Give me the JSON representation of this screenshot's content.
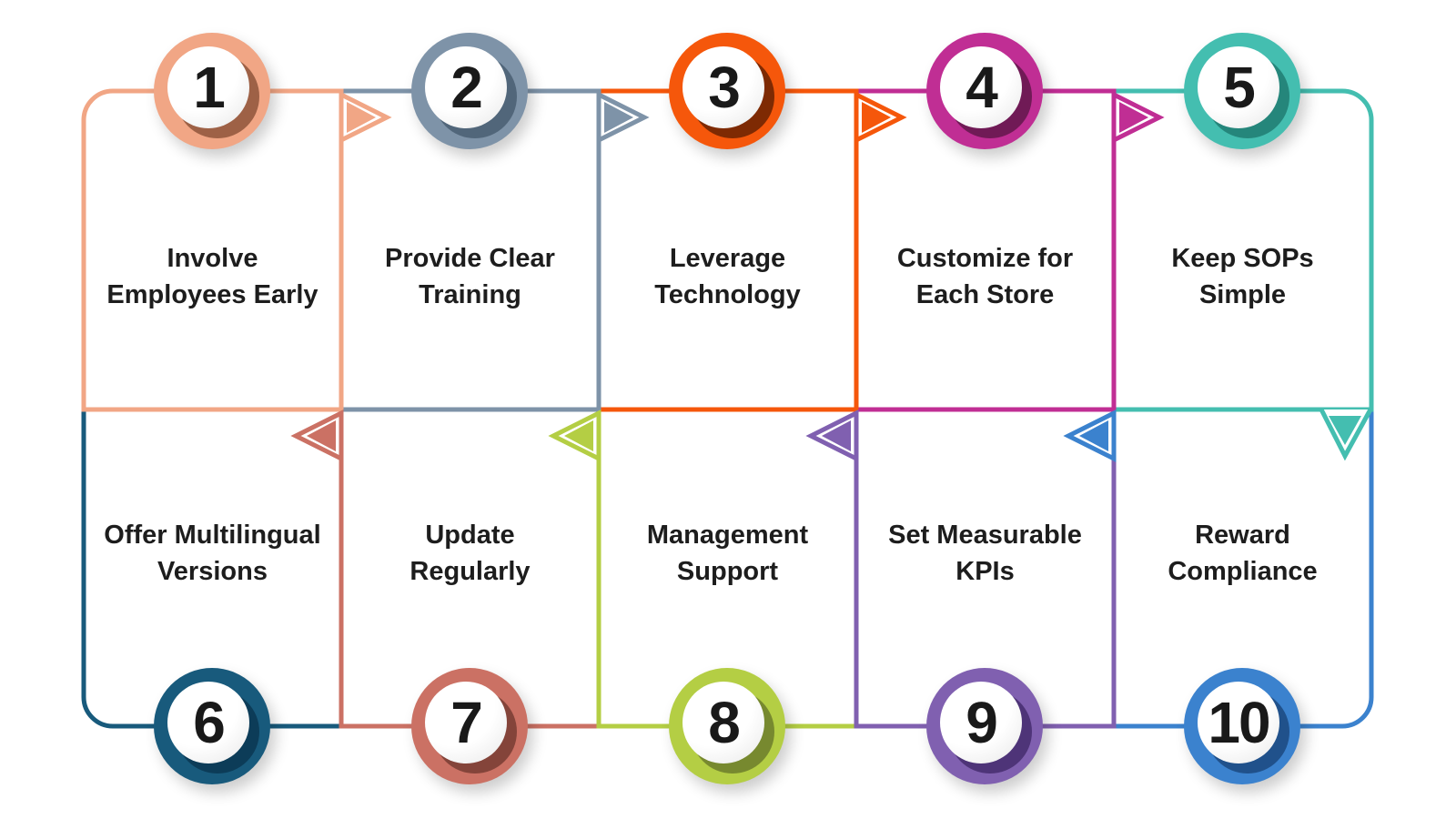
{
  "background": "#ffffff",
  "text_color": "#1d1d1d",
  "steps": [
    {
      "number": "1",
      "lines": [
        "Involve",
        "Employees Early"
      ],
      "color": "#F1A685",
      "shadow_color": "#9E6146"
    },
    {
      "number": "2",
      "lines": [
        "Provide Clear",
        "Training"
      ],
      "color": "#7E93A8",
      "shadow_color": "#51667A"
    },
    {
      "number": "3",
      "lines": [
        "Leverage",
        "Technology"
      ],
      "color": "#F5570B",
      "shadow_color": "#7E2A03"
    },
    {
      "number": "4",
      "lines": [
        "Customize for",
        "Each Store"
      ],
      "color": "#C02E94",
      "shadow_color": "#701A56"
    },
    {
      "number": "5",
      "lines": [
        "Keep SOPs",
        "Simple"
      ],
      "color": "#44BEB0",
      "shadow_color": "#25867B"
    },
    {
      "number": "6",
      "lines": [
        "Offer Multilingual",
        "Versions"
      ],
      "color": "#185A7C",
      "shadow_color": "#0C3C58"
    },
    {
      "number": "7",
      "lines": [
        "Update",
        "Regularly"
      ],
      "color": "#CB7164",
      "shadow_color": "#84443A"
    },
    {
      "number": "8",
      "lines": [
        "Management",
        "Support"
      ],
      "color": "#B4CE44",
      "shadow_color": "#77892F"
    },
    {
      "number": "9",
      "lines": [
        "Set Measurable",
        "KPIs"
      ],
      "color": "#8060B0",
      "shadow_color": "#4E3478"
    },
    {
      "number": "10",
      "lines": [
        "Reward",
        "Compliance"
      ],
      "color": "#3B82CE",
      "shadow_color": "#20518B"
    }
  ]
}
